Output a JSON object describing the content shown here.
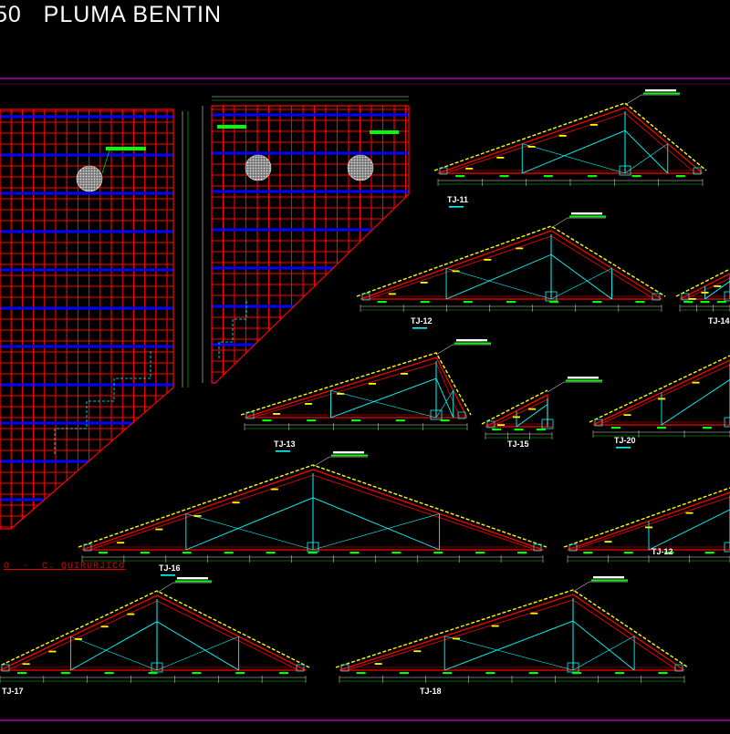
{
  "header": {
    "title": "50   PLUMA BENTIN"
  },
  "floor_plan": {
    "zone_label": "O  -  C. QUIRURJICO"
  },
  "trusses": [
    {
      "label": "TJ-11",
      "annotation": "Cordon de madera"
    },
    {
      "label": "TJ-12",
      "annotation": "Cordon de madera"
    },
    {
      "label": "TJ-14",
      "annotation": ""
    },
    {
      "label": "TJ-13",
      "annotation": "Cordon de madera"
    },
    {
      "label": "TJ-15",
      "annotation": ""
    },
    {
      "label": "TJ-20",
      "annotation": "Cordon de madera"
    },
    {
      "label": "TJ-16",
      "annotation": "Cordon de madera"
    },
    {
      "label": "TJ-12",
      "annotation": "Cordon de madera"
    },
    {
      "label": "TJ-17",
      "annotation": "Cordon de madera"
    },
    {
      "label": "TJ-18",
      "annotation": "Cordon de madera"
    }
  ],
  "colors": {
    "background": "#000000",
    "grid": "#ff0000",
    "rafter_band": "#0000ff",
    "truss_chord": "#ff0000",
    "roof_sheet": "#ffff00",
    "web_member": "#00ffff",
    "dimension": "#00ff00",
    "border_line": "#ff00ff",
    "text": "#ffffff",
    "skylight": "#bfbfbf"
  }
}
